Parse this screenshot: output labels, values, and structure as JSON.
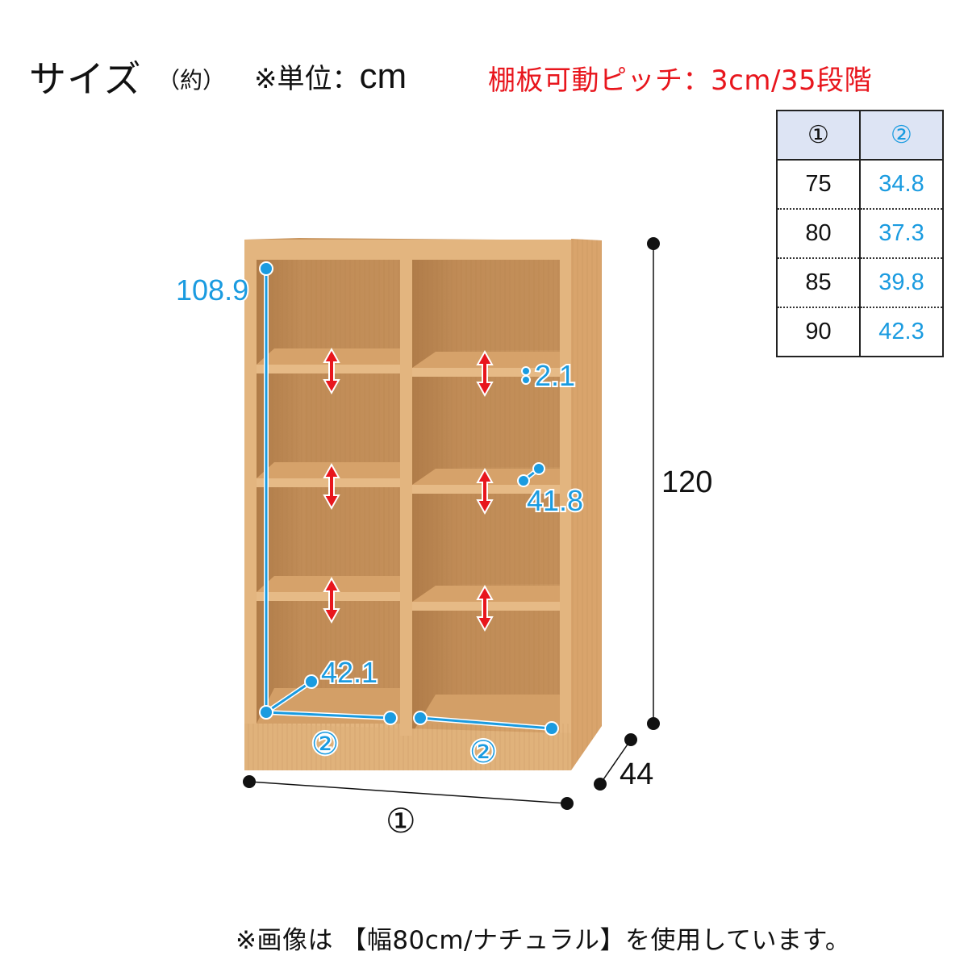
{
  "header": {
    "title": "サイズ",
    "approx": "（約）",
    "unit_label": "※単位：",
    "unit": "cm",
    "shelf_pitch": "棚板可動ピッチ：3cm/35段階"
  },
  "size_table": {
    "headers": [
      "①",
      "②"
    ],
    "rows": [
      {
        "w": "75",
        "inner": "34.8"
      },
      {
        "w": "80",
        "inner": "37.3"
      },
      {
        "w": "85",
        "inner": "39.8"
      },
      {
        "w": "90",
        "inner": "42.3"
      }
    ]
  },
  "dimensions": {
    "inner_height": "108.9",
    "shelf_thickness": "2.1",
    "shelf_depth": "41.8",
    "inner_depth": "42.1",
    "inner_width_marker_left": "②",
    "inner_width_marker_right": "②",
    "total_height": "120",
    "total_depth": "44",
    "total_width_marker": "①"
  },
  "colors": {
    "accent_blue": "#1a9be0",
    "accent_red": "#e8161d",
    "wood_light": "#e2b47f",
    "wood_mid": "#c7935c",
    "wood_dark": "#a87443",
    "table_header_bg": "#dde4f4"
  },
  "footer": {
    "note": "※画像は 【幅80cm/ナチュラル】を使用しています。"
  }
}
